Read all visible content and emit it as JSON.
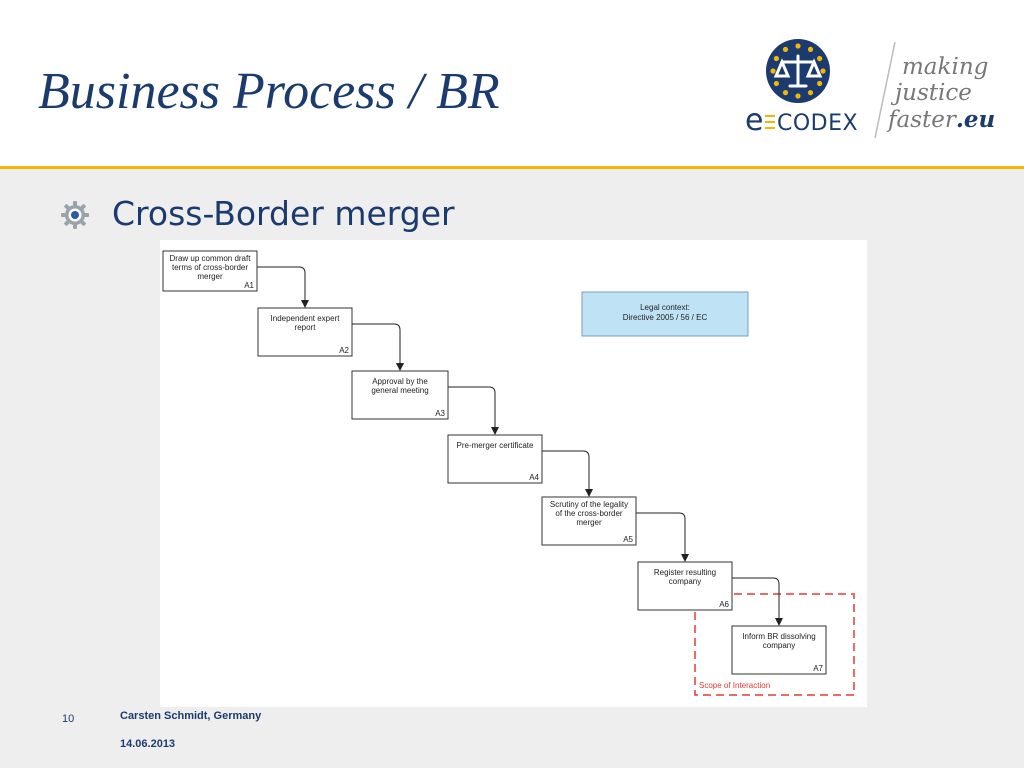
{
  "slide": {
    "title": "Business Process / BR",
    "bullet": "Cross-Border merger",
    "page_number": "10",
    "author": "Carsten Schmidt, Germany",
    "date": "14.06.2013"
  },
  "logo": {
    "brand_prefix": "e",
    "brand_name": "CODEX",
    "tagline": [
      "making",
      "justice",
      "faster",
      ".eu"
    ]
  },
  "diagram": {
    "legal_context": [
      "Legal context:",
      "Directive 2005 / 56 / EC"
    ],
    "scope_label": "Scope of Interaction",
    "steps": [
      {
        "id": "A1",
        "lines": [
          "Draw up common draft",
          "terms of cross-border",
          "merger"
        ]
      },
      {
        "id": "A2",
        "lines": [
          "Independent expert",
          "report"
        ]
      },
      {
        "id": "A3",
        "lines": [
          "Approval by the",
          "general meeting"
        ]
      },
      {
        "id": "A4",
        "lines": [
          "Pre-merger certificate"
        ]
      },
      {
        "id": "A5",
        "lines": [
          "Scrutiny of the legality",
          "of the cross-border",
          "merger"
        ]
      },
      {
        "id": "A6",
        "lines": [
          "Register resulting",
          "company"
        ]
      },
      {
        "id": "A7",
        "lines": [
          "Inform BR dissolving",
          "company"
        ]
      }
    ]
  },
  "colors": {
    "title": "#1b3b6f",
    "accent_rule": "#f2b705",
    "legal_box": "#bfe3f5",
    "scope_border": "#e53935"
  }
}
